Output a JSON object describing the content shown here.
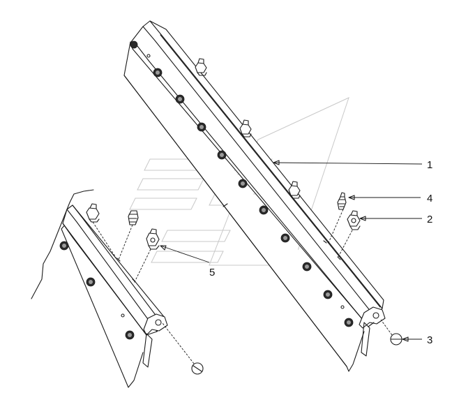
{
  "callouts": [
    {
      "id": "1",
      "text": "1"
    },
    {
      "id": "4",
      "text": "4"
    },
    {
      "id": "2",
      "text": "2"
    },
    {
      "id": "5",
      "text": "5"
    },
    {
      "id": "3",
      "text": "3"
    }
  ],
  "icons": {
    "knob": "star-knob-icon",
    "grease": "grease-nipple-icon",
    "cap": "end-cap-icon"
  }
}
